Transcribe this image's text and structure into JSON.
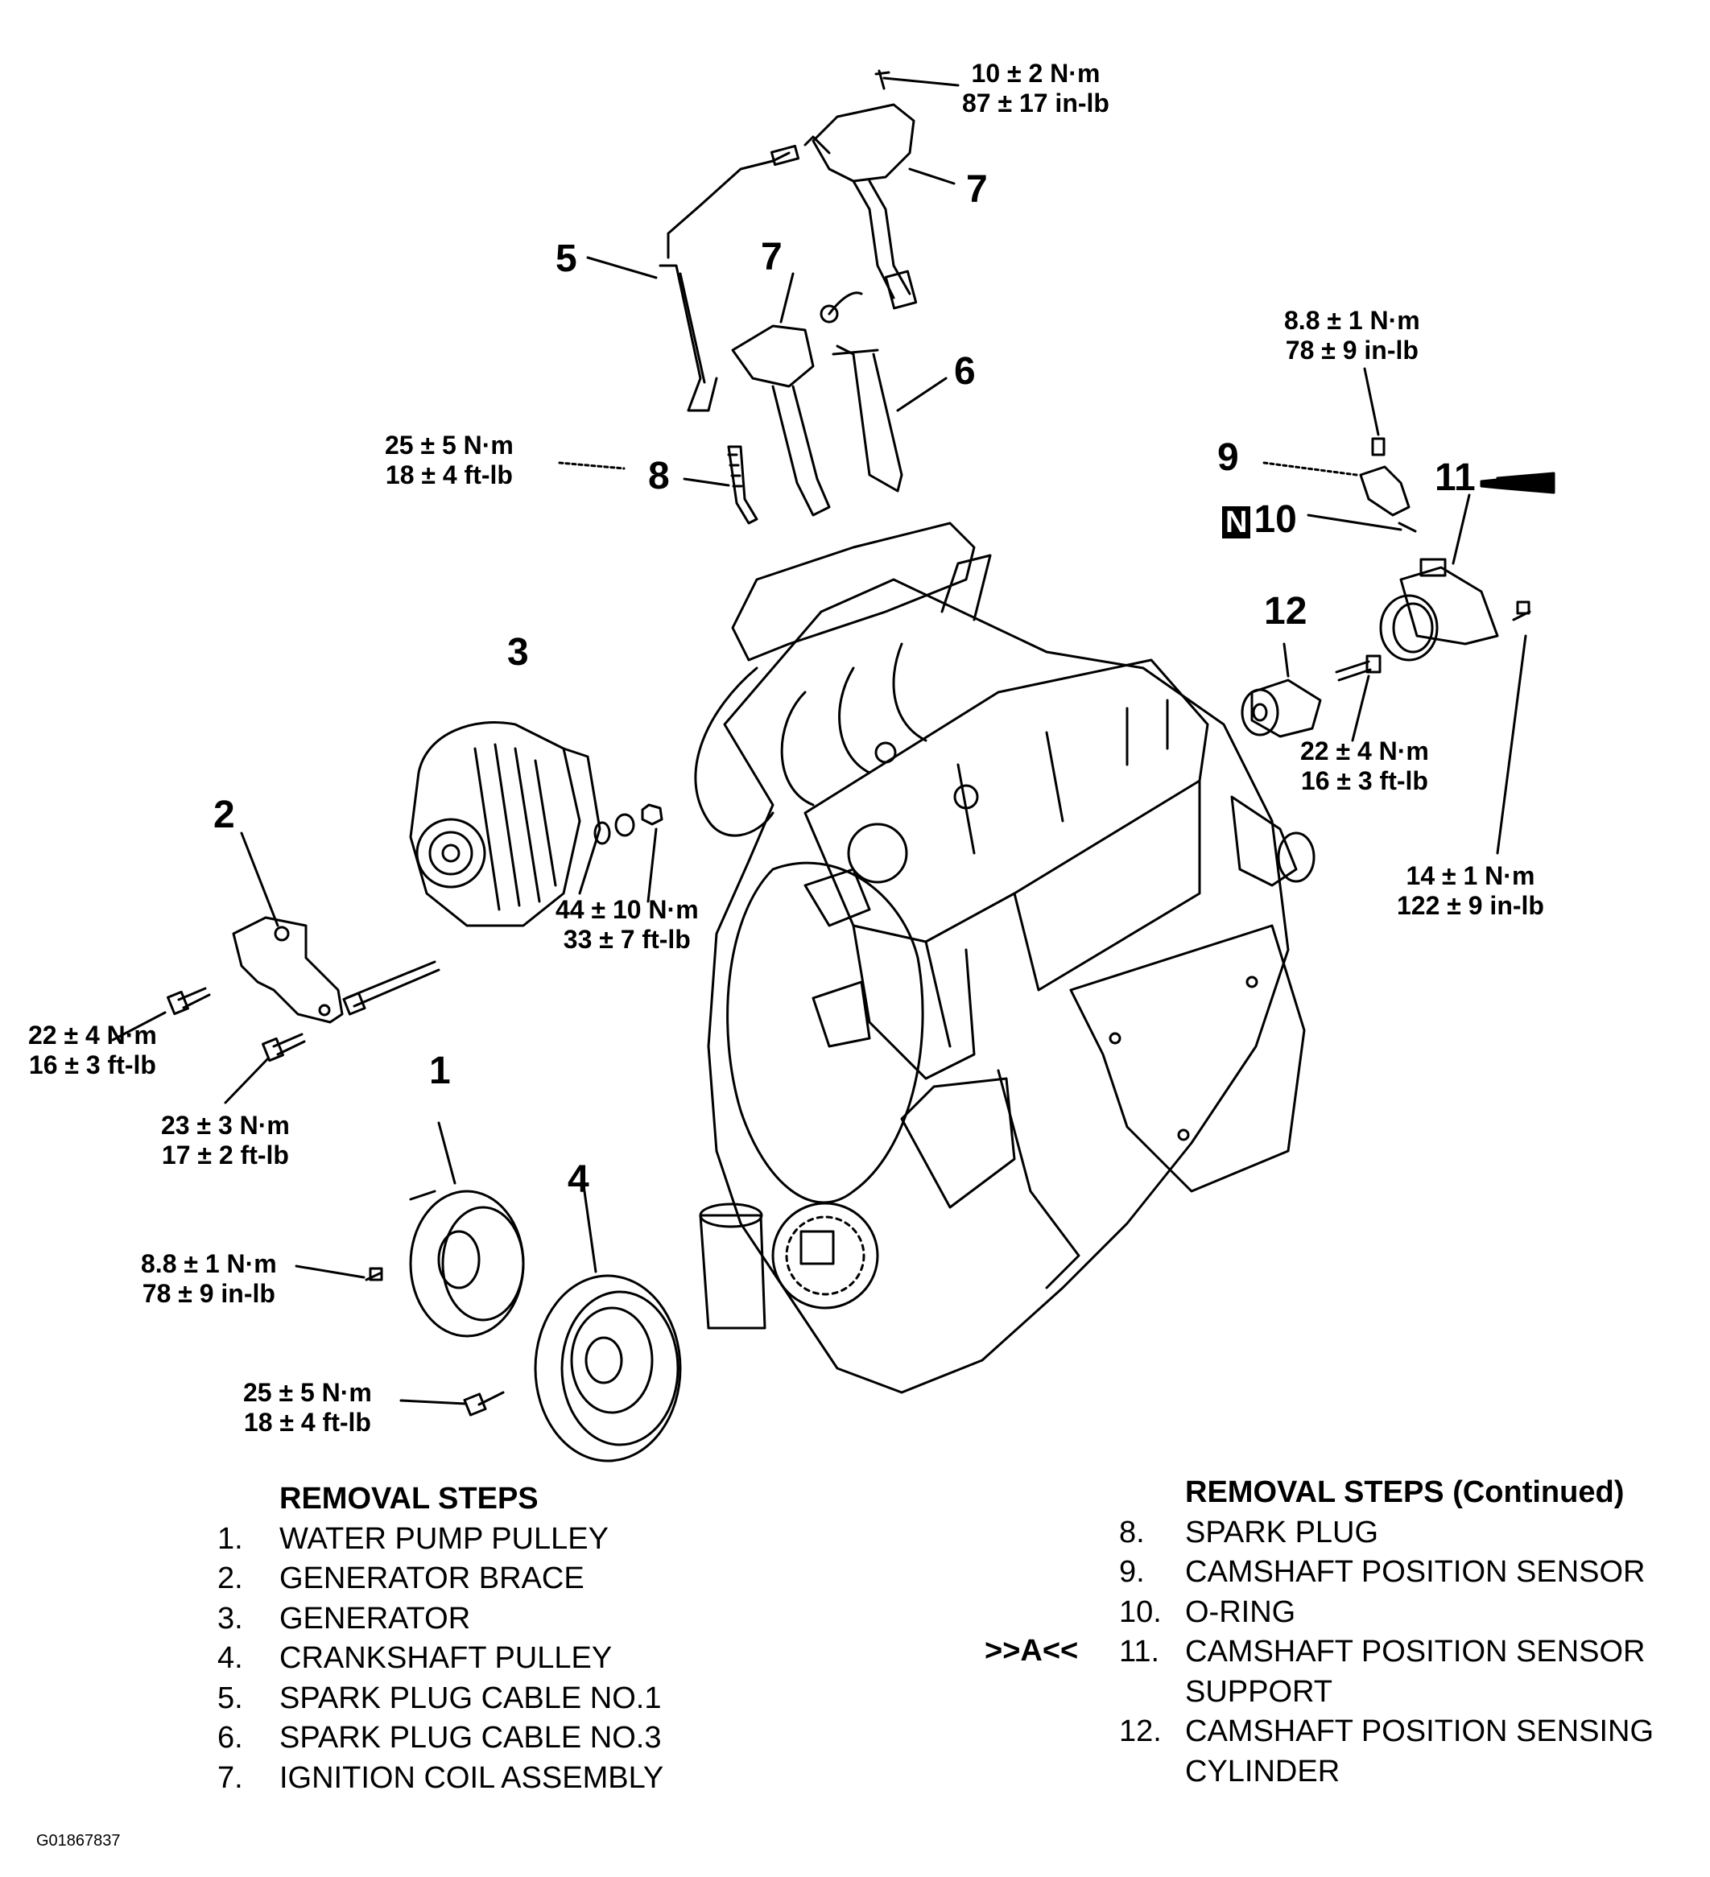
{
  "torque_specs": {
    "coil_bolt": [
      "10 ± 2 N·m",
      "87 ± 17 in-lb"
    ],
    "cam_sensor_bolt": [
      "8.8 ± 1 N·m",
      "78 ± 9 in-lb"
    ],
    "spark_plug": [
      "25 ± 5 N·m",
      "18 ± 4 ft-lb"
    ],
    "cylinder_bolt": [
      "22 ± 4 N·m",
      "16 ± 3 ft-lb"
    ],
    "support_bolt": [
      "14 ± 1 N·m",
      "122 ± 9 in-lb"
    ],
    "generator_nut": [
      "44 ± 10 N·m",
      "33 ± 7 ft-lb"
    ],
    "brace_bolt_upper": [
      "22 ± 4 N·m",
      "16 ± 3 ft-lb"
    ],
    "brace_bolt_lower": [
      "23 ± 3 N·m",
      "17 ± 2 ft-lb"
    ],
    "water_pump_pulley_bolt": [
      "8.8 ± 1 N·m",
      "78 ± 9 in-lb"
    ],
    "crank_pulley_bolt": [
      "25 ± 5 N·m",
      "18 ± 4 ft-lb"
    ]
  },
  "callouts": {
    "c1": "1",
    "c2": "2",
    "c3": "3",
    "c4": "4",
    "c5": "5",
    "c6": "6",
    "c7a": "7",
    "c7b": "7",
    "c8": "8",
    "c9": "9",
    "c10_badge": "N",
    "c10": "10",
    "c11": "11",
    "c12": "12"
  },
  "removal_steps": {
    "heading": "REMOVAL STEPS",
    "items": [
      {
        "num": "1.",
        "text": "WATER PUMP PULLEY"
      },
      {
        "num": "2.",
        "text": "GENERATOR BRACE"
      },
      {
        "num": "3.",
        "text": "GENERATOR"
      },
      {
        "num": "4.",
        "text": "CRANKSHAFT PULLEY"
      },
      {
        "num": "5.",
        "text": "SPARK PLUG CABLE NO.1"
      },
      {
        "num": "6.",
        "text": "SPARK PLUG CABLE NO.3"
      },
      {
        "num": "7.",
        "text": "IGNITION COIL ASSEMBLY"
      }
    ]
  },
  "removal_steps_continued": {
    "heading": "REMOVAL STEPS (Continued)",
    "note_marker": ">>A<<",
    "items": [
      {
        "num": "8.",
        "lines": [
          "SPARK PLUG"
        ]
      },
      {
        "num": "9.",
        "lines": [
          "CAMSHAFT POSITION SENSOR"
        ]
      },
      {
        "num": "10.",
        "lines": [
          "O-RING"
        ]
      },
      {
        "num": "11.",
        "lines": [
          "CAMSHAFT POSITION SENSOR",
          "SUPPORT"
        ]
      },
      {
        "num": "12.",
        "lines": [
          "CAMSHAFT POSITION SENSING",
          "CYLINDER"
        ]
      }
    ]
  },
  "figure_id": "G01867837"
}
